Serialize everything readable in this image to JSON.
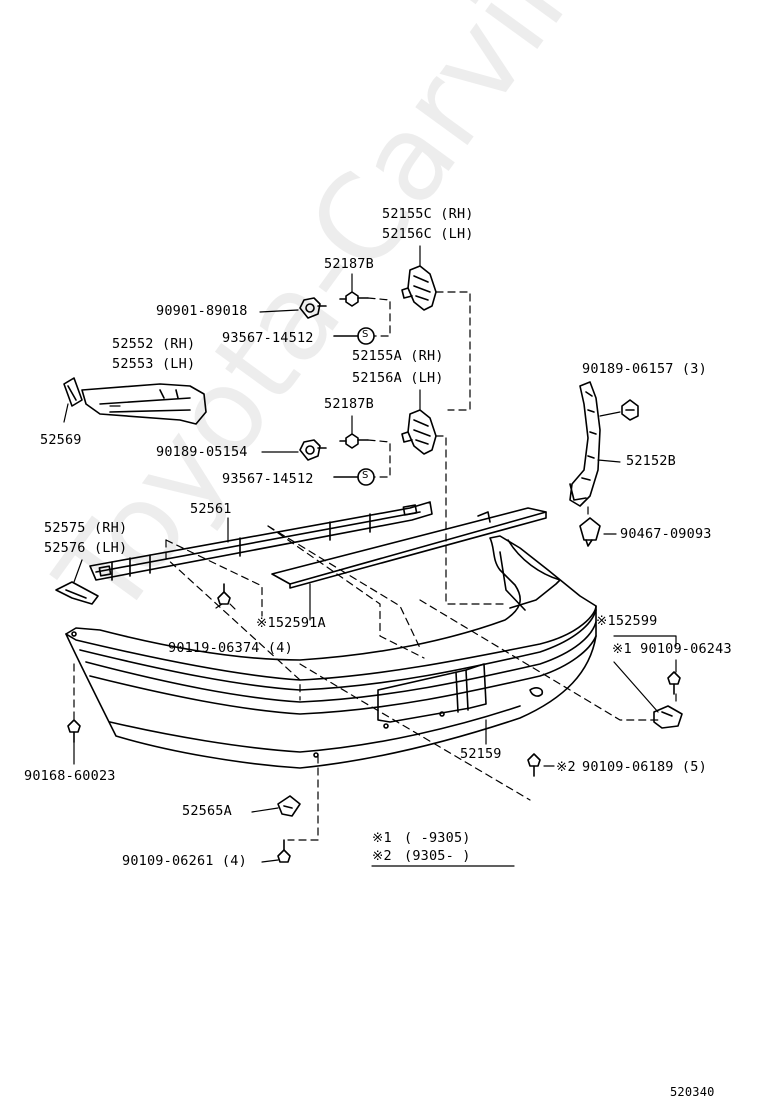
{
  "watermark": "Toyota-Carvine.ru",
  "figure_code": "520340",
  "parts": {
    "bracket_upper_rh": "52155C (RH)",
    "bracket_upper_lh": "52156C (LH)",
    "clip_upper": "52187B",
    "bolt_upper": "90901-89018",
    "nut_upper": "93567-14512",
    "bracket_lower_rh": "52155A (RH)",
    "bracket_lower_lh": "52156A (LH)",
    "clip_lower": "52187B",
    "bolt_lower": "90189-05154",
    "nut_lower": "93567-14512",
    "reflector_rh": "52552 (RH)",
    "reflector_lh": "52553 (LH)",
    "reflector_pad": "52569",
    "reinforcement": "52561",
    "side_bracket_rh": "52575 (RH)",
    "side_bracket_lh": "52576 (LH)",
    "bolt_4": "90119-06374 (4)",
    "absorber": "※152591A",
    "retainer_clip": "90189-06157 (3)",
    "side_support": "52152B",
    "grommet": "90467-09093",
    "support_lower": "※152599",
    "screw_1": "※1 90109-06243",
    "screw_2_mark": "※2",
    "screw_2": "90109-06189 (5)",
    "bumper_cover": "52159",
    "screw_side": "90168-60023",
    "lower_bracket": "52565A",
    "screw_lower": "90109-06261 (4)"
  },
  "legend": {
    "row1_mark": "※1",
    "row1_range": "(     -9305)",
    "row2_mark": "※2",
    "row2_range": "(9305-      )"
  },
  "symbol_s": "S"
}
